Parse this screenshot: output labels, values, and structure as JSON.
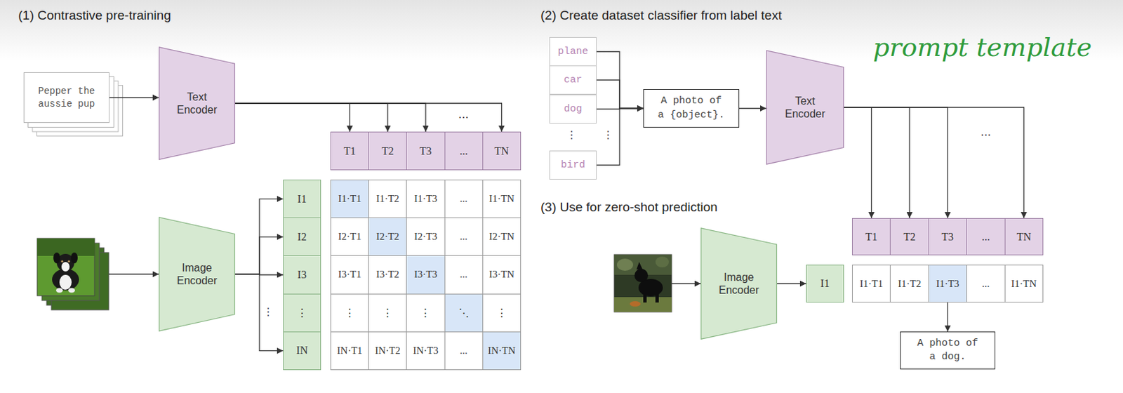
{
  "diagram": {
    "nodes": [
      {
        "text": [
          "Pepper the aussie pup"
        ]
      },
      {
        "text": [
          "Text Encoder"
        ]
      },
      {
        "text": [
          "T1"
        ]
      },
      {
        "text": [
          "T2"
        ]
      },
      {
        "text": [
          "T3"
        ]
      },
      {
        "text": [
          "..."
        ]
      },
      {
        "text": [
          "TN"
        ]
      },
      {
        "text": [
          "Image Encoder"
        ]
      },
      {
        "text": [
          "I1"
        ]
      },
      {
        "text": [
          "I2"
        ]
      },
      {
        "text": [
          "I3"
        ]
      },
      {
        "text": [
          "⋮"
        ]
      },
      {
        "text": [
          "IN"
        ]
      },
      {
        "text": [
          "I1·T1"
        ]
      },
      {
        "text": [
          "I1·T2"
        ]
      },
      {
        "text": [
          "I1·T3"
        ]
      },
      {
        "text": [
          "..."
        ]
      },
      {
        "text": [
          "I1·TN"
        ]
      },
      {
        "text": [
          "I2·T1"
        ]
      },
      {
        "text": [
          "I2·T2"
        ]
      },
      {
        "text": [
          "I2·T3"
        ]
      },
      {
        "text": [
          "..."
        ]
      },
      {
        "text": [
          "I2·TN"
        ]
      },
      {
        "text": [
          "I3·T1"
        ]
      },
      {
        "text": [
          "I3·T2"
        ]
      },
      {
        "text": [
          "I3·T3"
        ]
      },
      {
        "text": [
          "..."
        ]
      },
      {
        "text": [
          "I3·TN"
        ]
      },
      {
        "text": [
          "⋮"
        ]
      },
      {
        "text": [
          "⋮"
        ]
      },
      {
        "text": [
          "⋮"
        ]
      },
      {
        "text": [
          "⋱"
        ]
      },
      {
        "text": [
          "⋮"
        ]
      },
      {
        "text": [
          "IN·T1"
        ]
      },
      {
        "text": [
          "IN·T2"
        ]
      },
      {
        "text": [
          "IN·T3"
        ]
      },
      {
        "text": [
          "..."
        ]
      },
      {
        "text": [
          "IN·TN"
        ]
      },
      {
        "text": [
          "plane"
        ]
      },
      {
        "text": [
          "car"
        ]
      },
      {
        "text": [
          "dog"
        ]
      },
      {
        "text": [
          "bird"
        ]
      },
      {
        "text": [
          "A photo of a {object}."
        ]
      },
      {
        "text": [
          "Text Encoder"
        ]
      },
      {
        "text": [
          "T1"
        ]
      },
      {
        "text": [
          "T2"
        ]
      },
      {
        "text": [
          "T3"
        ]
      },
      {
        "text": [
          "..."
        ]
      },
      {
        "text": [
          "TN"
        ]
      },
      {
        "text": [
          "Image Encoder"
        ]
      },
      {
        "text": [
          "I1"
        ]
      },
      {
        "text": [
          "I1·T1"
        ]
      },
      {
        "text": [
          "I1·T2"
        ]
      },
      {
        "text": [
          "I1·T3"
        ]
      },
      {
        "text": [
          "..."
        ]
      },
      {
        "text": [
          "I1·TN"
        ]
      },
      {
        "text": [
          "A photo of a dog."
        ]
      }
    ],
    "edges": [
      {
        "from": 0,
        "to": 1,
        "arrow": "to"
      },
      {
        "from": 1,
        "to": 2,
        "arrow": "to"
      },
      {
        "from": 1,
        "to": 3,
        "arrow": "to"
      },
      {
        "from": 1,
        "to": 4,
        "arrow": "to"
      },
      {
        "from": 1,
        "to": 6,
        "arrow": "to"
      },
      {
        "from": 7,
        "to": 8,
        "arrow": "to"
      },
      {
        "from": 7,
        "to": 9,
        "arrow": "to"
      },
      {
        "from": 7,
        "to": 10,
        "arrow": "to"
      },
      {
        "from": 7,
        "to": 12,
        "arrow": "to"
      },
      {
        "from": 38,
        "to": 42,
        "arrow": "to"
      },
      {
        "from": 39,
        "to": 42,
        "arrow": "to"
      },
      {
        "from": 40,
        "to": 42,
        "arrow": "to"
      },
      {
        "from": 41,
        "to": 42,
        "arrow": "to"
      },
      {
        "from": 42,
        "to": 43,
        "arrow": "to"
      },
      {
        "from": 43,
        "to": 44,
        "arrow": "to"
      },
      {
        "from": 43,
        "to": 45,
        "arrow": "to"
      },
      {
        "from": 43,
        "to": 46,
        "arrow": "to"
      },
      {
        "from": 43,
        "to": 48,
        "arrow": "to"
      },
      {
        "from": 49,
        "to": 50,
        "arrow": "to"
      },
      {
        "from": 53,
        "to": 56,
        "arrow": "to"
      }
    ],
    "labels": [
      "(1) Contrastive pre-training",
      "...",
      "⋮",
      "(2) Create dataset classifier from label text",
      "prompt template",
      "⋮",
      "⋮",
      "...",
      "(3) Use for zero-shot prediction"
    ]
  }
}
